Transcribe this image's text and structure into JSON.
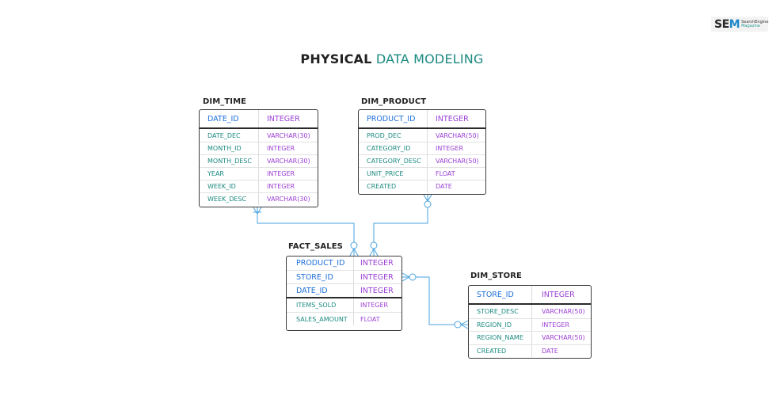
{
  "logo": {
    "text_se": "SE",
    "text_m": "M",
    "line1": "SearchEngine",
    "line2": "Magazine"
  },
  "title": {
    "bold": "PHYSICAL",
    "light": "DATA MODELING"
  },
  "tables": {
    "dim_time": {
      "name": "DIM_TIME",
      "pk": [
        {
          "col": "DATE_ID",
          "type": "INTEGER"
        }
      ],
      "fields": [
        {
          "col": "DATE_DEC",
          "type": "VARCHAR(30)"
        },
        {
          "col": "MONTH_ID",
          "type": "INTEGER"
        },
        {
          "col": "MONTH_DESC",
          "type": "VARCHAR(30)"
        },
        {
          "col": "YEAR",
          "type": "INTEGER"
        },
        {
          "col": "WEEK_ID",
          "type": "INTEGER"
        },
        {
          "col": "WEEK_DESC",
          "type": "VARCHAR(30)"
        }
      ]
    },
    "dim_product": {
      "name": "DIM_PRODUCT",
      "pk": [
        {
          "col": "PRODUCT_ID",
          "type": "INTEGER"
        }
      ],
      "fields": [
        {
          "col": "PROD_DEC",
          "type": "VARCHAR(50)"
        },
        {
          "col": "CATEGORY_ID",
          "type": "INTEGER"
        },
        {
          "col": "CATEGORY_DESC",
          "type": "VARCHAR(50)"
        },
        {
          "col": "UNIT_PRICE",
          "type": "FLOAT"
        },
        {
          "col": "CREATED",
          "type": "DATE"
        }
      ]
    },
    "fact_sales": {
      "name": "FACT_SALES",
      "pk": [
        {
          "col": "PRODUCT_ID",
          "type": "INTEGER"
        },
        {
          "col": "STORE_ID",
          "type": "INTEGER"
        },
        {
          "col": "DATE_ID",
          "type": "INTEGER"
        }
      ],
      "fields": [
        {
          "col": "ITEMS_SOLD",
          "type": "INTEGER"
        },
        {
          "col": "SALES_AMOUNT",
          "type": "FLOAT"
        }
      ]
    },
    "dim_store": {
      "name": "DIM_STORE",
      "pk": [
        {
          "col": "STORE_ID",
          "type": "INTEGER"
        }
      ],
      "fields": [
        {
          "col": "STORE_DESC",
          "type": "VARCHAR(50)"
        },
        {
          "col": "REGION_ID",
          "type": "INTEGER"
        },
        {
          "col": "REGION_NAME",
          "type": "VARCHAR(50)"
        },
        {
          "col": "CREATED",
          "type": "DATE"
        }
      ]
    }
  },
  "colors": {
    "connector": "#4aa3df",
    "pk_name": "#1e6fd9",
    "field_name": "#1b8a80",
    "type": "#9b3fd4",
    "title_accent": "#1b8a80"
  }
}
